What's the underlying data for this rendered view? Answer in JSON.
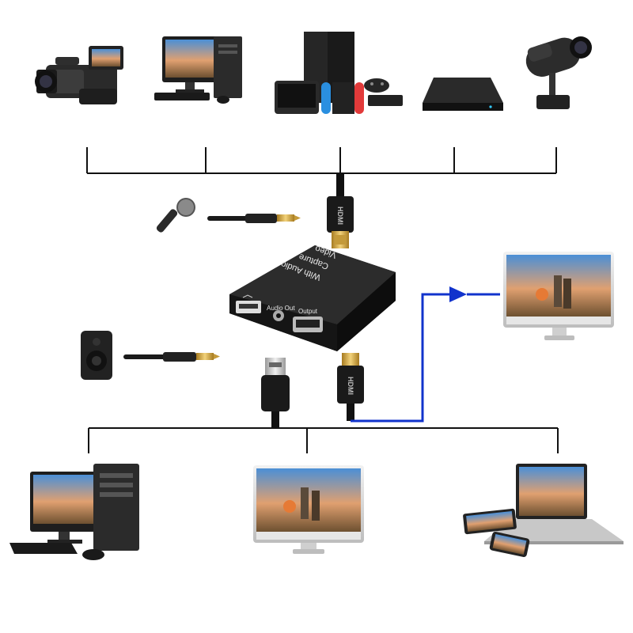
{
  "device": {
    "title_line1": "Video",
    "title_line2": "Capture",
    "title_line3": "With Audio",
    "audio_out_label": "Audio Out",
    "output_label": "Output"
  },
  "cables": {
    "hdmi_in_label": "HDMI",
    "hdmi_out_label": "HDMI"
  },
  "sources": [
    {
      "name": "camcorder",
      "icon": "camcorder-icon"
    },
    {
      "name": "desktop-pc",
      "icon": "desktop-pc-icon"
    },
    {
      "name": "game-consoles",
      "icon": "game-consoles-icon"
    },
    {
      "name": "set-top-box",
      "icon": "set-top-box-icon"
    },
    {
      "name": "security-camera",
      "icon": "security-camera-icon"
    }
  ],
  "targets": [
    {
      "name": "desktop-pc",
      "icon": "desktop-pc-icon"
    },
    {
      "name": "all-in-one-pc",
      "icon": "all-in-one-pc-icon"
    },
    {
      "name": "laptop-tablet-phone",
      "icon": "laptop-icon"
    }
  ],
  "colors": {
    "line": "#111111",
    "output_link": "#1133cc",
    "device_body": "#1c1c1c",
    "gold": "#d4a93c",
    "sky": "#4b8fd6",
    "sunset": "#e67a35",
    "ground": "#7a5c3c"
  }
}
